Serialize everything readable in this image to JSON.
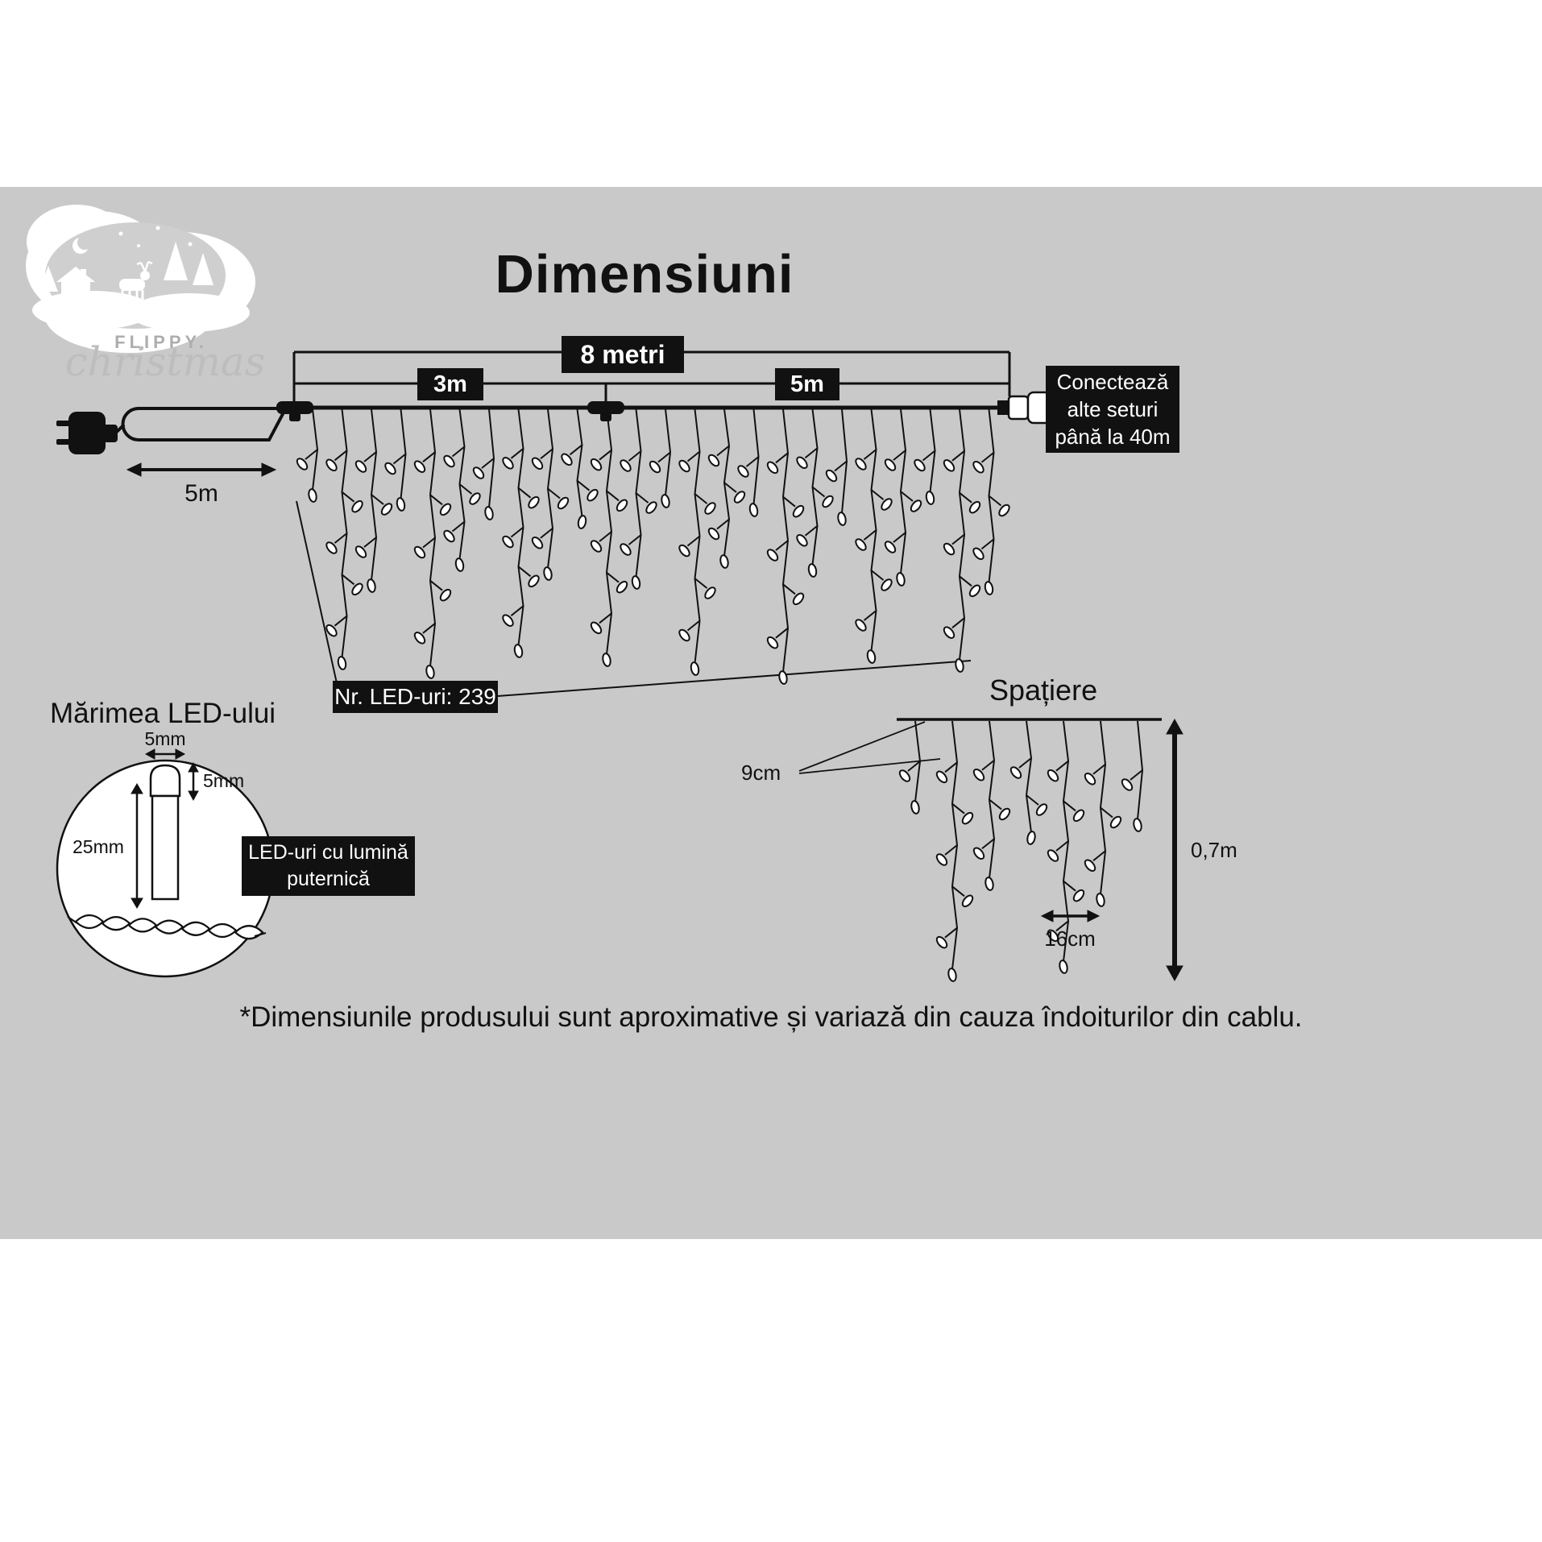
{
  "title": "Dimensiuni",
  "footnote": "*Dimensiunile produsului sunt aproximative și variază din cauza îndoiturilor din cablu.",
  "logo": {
    "brand": "FLIPPY.",
    "script": "christmas"
  },
  "main_diagram": {
    "total_length": "8 metri",
    "segment_1": "3m",
    "segment_2": "5m",
    "lead_length": "5m",
    "connector_note_line1": "Conectează",
    "connector_note_line2": "alte seturi",
    "connector_note_line3": "până la 40m",
    "led_count": "Nr. LED-uri: 239"
  },
  "led_detail": {
    "heading": "Mărimea LED-ului",
    "cap_width": "5mm",
    "cap_height": "5mm",
    "body_length": "25mm",
    "note_line1": "LED-uri cu lumină",
    "note_line2": "puternică"
  },
  "spacing": {
    "heading": "Spațiere",
    "top_gap": "9cm",
    "horizontal_gap": "16cm",
    "drop_height": "0,7m"
  },
  "colors": {
    "band": "#c9c9c9",
    "box": "#111111",
    "line": "#111111",
    "bulb": "#ffffff"
  }
}
